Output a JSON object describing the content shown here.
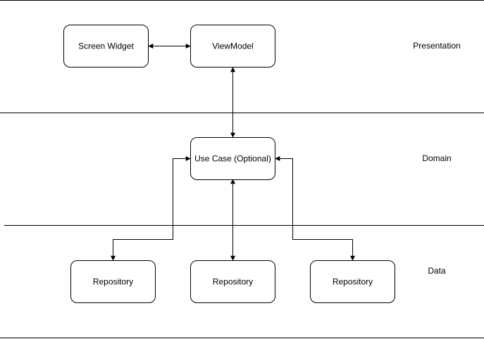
{
  "layers": {
    "presentation": "Presentation",
    "domain": "Domain",
    "data": "Data"
  },
  "nodes": {
    "screen_widget": "Screen Widget",
    "view_model": "ViewModel",
    "use_case": "Use Case (Optional)",
    "repository_left": "Repository",
    "repository_center": "Repository",
    "repository_right": "Repository"
  },
  "colors": {
    "stroke": "#000000",
    "background": "#ffffff"
  }
}
